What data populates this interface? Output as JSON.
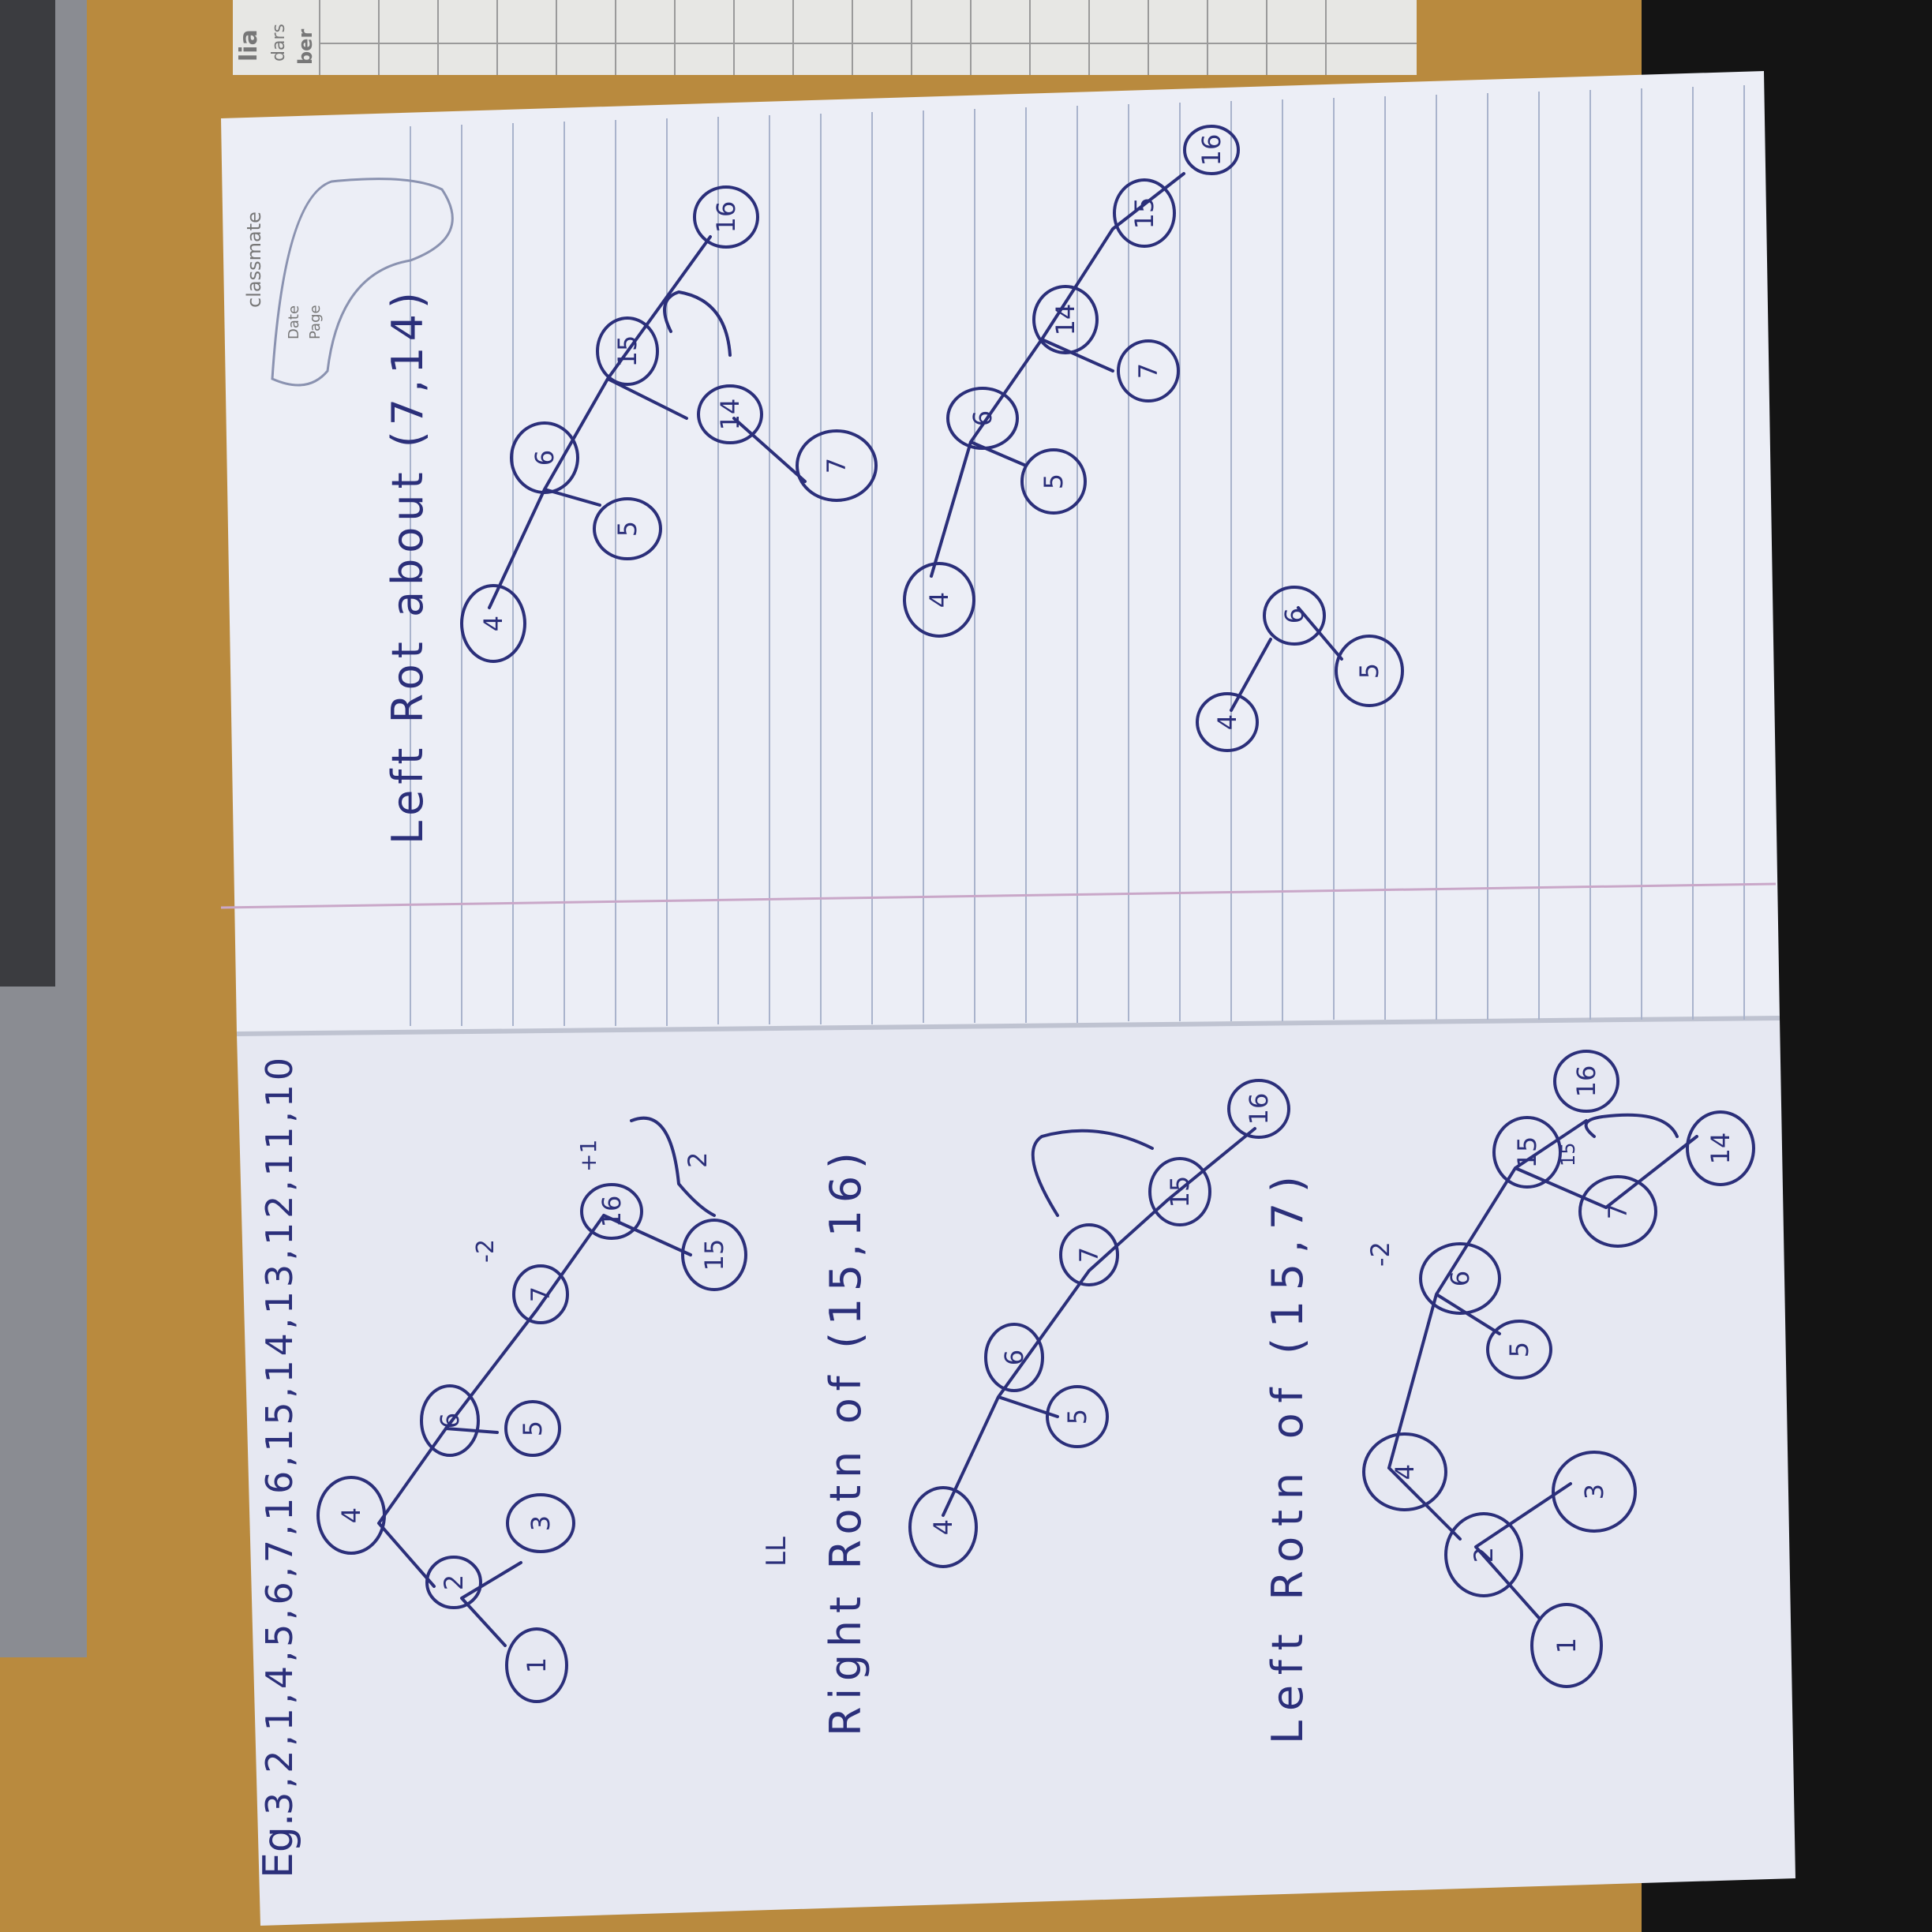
{
  "colors": {
    "ink": "#2b2f7a",
    "desk": "#b98a3e",
    "paper": "#eceef6",
    "rule": "#a9b3cc"
  },
  "printed": {
    "brand": "classmate",
    "date_label": "Date",
    "page_label": "Page",
    "corner_a": "lia",
    "corner_b": "dars",
    "corner_c": "ber"
  },
  "left_page": {
    "eg_label": "Eg.",
    "sequence": "3,2,1,4,5,6,7,16,15,14,13,12,11,10",
    "tree1": {
      "bf_7": "-2",
      "bf_16": "+1",
      "bf_note": "2",
      "nodes": [
        "4",
        "2",
        "3",
        "1",
        "6",
        "5",
        "7",
        "16",
        "15"
      ]
    },
    "caption2": "Right Rotn of (15,16)",
    "caption2_mark": "LL",
    "tree2": {
      "nodes": [
        "4",
        "6",
        "5",
        "7",
        "15",
        "16"
      ]
    },
    "caption3": "Left Rotn of (15,7)",
    "tree3": {
      "bf_6": "-2",
      "nodes": [
        "4",
        "2",
        "3",
        "1",
        "6",
        "5",
        "15",
        "16",
        "7",
        "14"
      ],
      "mark_15": "15"
    }
  },
  "right_page": {
    "caption1": "Left Rot about (7,14)",
    "tree4": {
      "nodes": [
        "4",
        "6",
        "5",
        "15",
        "16",
        "14",
        "7"
      ]
    },
    "tree5": {
      "nodes": [
        "4",
        "6",
        "5",
        "14",
        "7",
        "15",
        "16"
      ]
    },
    "tree6": {
      "nodes": [
        "4",
        "6",
        "5"
      ]
    }
  }
}
